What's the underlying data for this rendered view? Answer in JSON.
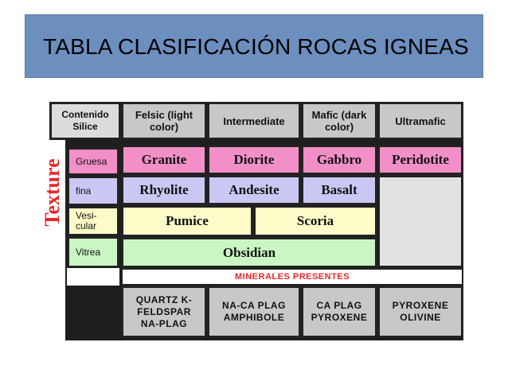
{
  "slide": {
    "title": "TABLA CLASIFICACIÓN ROCAS IGNEAS"
  },
  "table": {
    "corner_label": "Contenido Silice",
    "side_label": "Texture",
    "composition_headers": [
      "Felsic (light color)",
      "Intermediate",
      "Mafic (dark color)",
      "Ultramafic"
    ],
    "textures": [
      "Gruesa",
      "fina",
      "Vesi- cular",
      "Vitrea"
    ],
    "row_gruesa": [
      "Granite",
      "Diorite",
      "Gabbro",
      "Peridotite"
    ],
    "row_fina": [
      "Rhyolite",
      "Andesite",
      "Basalt"
    ],
    "row_vesicular": [
      "Pumice",
      "Scoria"
    ],
    "row_vitrea": [
      "Obsidian"
    ],
    "minerals_label": "MINERALES PRESENTES",
    "minerals": [
      "QUARTZ K-FELDSPAR NA-PLAG",
      "NA-CA PLAG AMPHIBOLE",
      "CA PLAG PYROXENE",
      "PYROXENE OLIVINE"
    ],
    "colors": {
      "header": "#c8c8c8",
      "gruesa": "#f28fc8",
      "fina": "#c9c8f4",
      "vesicular": "#fdfcc9",
      "vitrea": "#c9f6c2",
      "minerals_label": "#e8282a",
      "title_band": "#6d8fc0"
    }
  }
}
